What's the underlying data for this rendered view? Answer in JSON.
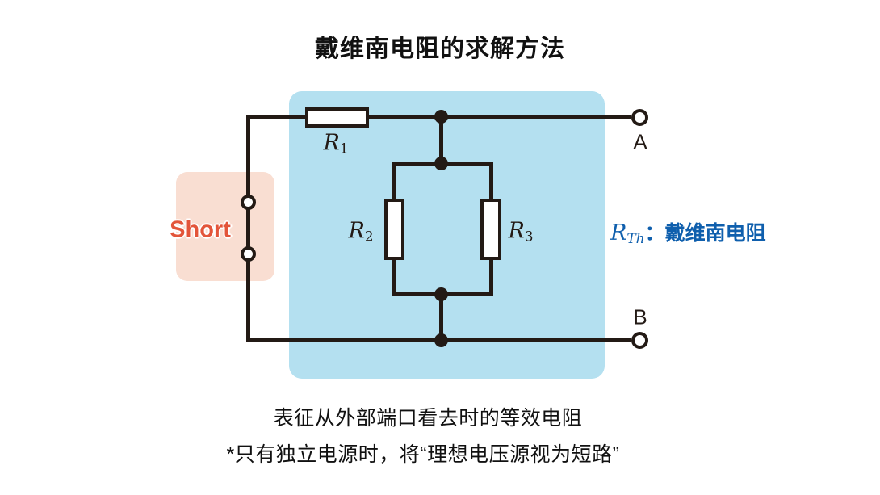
{
  "title": "戴维南电阻的求解方法",
  "circuit": {
    "short_label": "Short",
    "terminals": {
      "a": "A",
      "b": "B"
    },
    "resistors": {
      "r1": {
        "symbol": "R",
        "sub": "1"
      },
      "r2": {
        "symbol": "R",
        "sub": "2"
      },
      "r3": {
        "symbol": "R",
        "sub": "3"
      }
    },
    "thevenin": {
      "symbol": "R",
      "sub": "Th",
      "separator": "：",
      "label": "戴维南电阻"
    }
  },
  "notes": {
    "line1": "表征从外部端口看去时的等效电阻",
    "line2": "*只有独立电源时，将“理想电压源视为短路”"
  },
  "colors": {
    "highlight_blue": "#b4e0f0",
    "highlight_pink": "#f9ded2",
    "accent_orange": "#e3553a",
    "accent_blue": "#0f5fad",
    "ink": "#231a15"
  }
}
